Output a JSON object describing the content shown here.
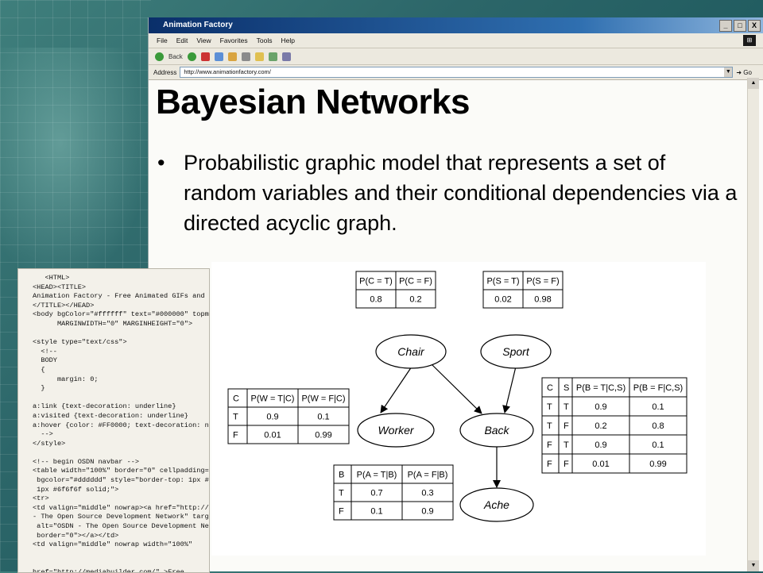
{
  "browser": {
    "title": "Animation Factory",
    "window_controls": [
      "_",
      "□",
      "X"
    ],
    "menu": [
      "File",
      "Edit",
      "View",
      "Favorites",
      "Tools",
      "Help"
    ],
    "toolbar_back": "Back",
    "address_label": "Address",
    "url": "http://www.animationfactory.com/",
    "go_label": "Go"
  },
  "code_snippet": "   <HTML>\n<HEAD><TITLE>\nAnimation Factory - Free Animated GIFs and a\n</TITLE></HEAD>\n<body bgColor=\"#ffffff\" text=\"#000000\" topma\n      MARGINWIDTH=\"0\" MARGINHEIGHT=\"0\">\n\n<style type=\"text/css\">\n  <!--\n  BODY\n  {\n      margin: 0;\n  }\n\na:link {text-decoration: underline}\na:visited {text-decoration: underline}\na:hover {color: #FF0000; text-decoration: non\n  -->\n</style>\n\n<!-- begin OSDN navbar -->\n<table width=\"100%\" border=\"0\" cellpadding=\n bgcolor=\"#dddddd\" style=\"border-top: 1px #6f\n 1px #6f6f6f solid;\">\n<tr>\n<td valign=\"middle\" nowrap><a href=\"http://\n- The Open Source Development Network\" target\n alt=\"OSDN - The Open Source Development Net\n border=\"0\"></a></td>\n<td valign=\"middle\" nowrap width=\"100%\"\n\n\nhref=\"http://mediabuilder.com/\" >Free",
  "slide": {
    "title": "Bayesian Networks",
    "bullet_symbol": "•",
    "bullet_text": "Probabilistic graphic model that represents a set of random variables and their conditional dependencies via a directed acyclic graph."
  },
  "network": {
    "nodes": {
      "chair": "Chair",
      "sport": "Sport",
      "worker": "Worker",
      "back": "Back",
      "ache": "Ache"
    },
    "table_chair": {
      "headers": [
        "P(C = T)",
        "P(C = F)"
      ],
      "rows": [
        [
          "0.8",
          "0.2"
        ]
      ]
    },
    "table_sport": {
      "headers": [
        "P(S = T)",
        "P(S = F)"
      ],
      "rows": [
        [
          "0.02",
          "0.98"
        ]
      ]
    },
    "table_worker": {
      "headers": [
        "C",
        "P(W = T|C)",
        "P(W = F|C)"
      ],
      "rows": [
        [
          "T",
          "0.9",
          "0.1"
        ],
        [
          "F",
          "0.01",
          "0.99"
        ]
      ]
    },
    "table_back": {
      "headers": [
        "C",
        "S",
        "P(B = T|C,S)",
        "P(B = F|C,S)"
      ],
      "rows": [
        [
          "T",
          "T",
          "0.9",
          "0.1"
        ],
        [
          "T",
          "F",
          "0.2",
          "0.8"
        ],
        [
          "F",
          "T",
          "0.9",
          "0.1"
        ],
        [
          "F",
          "F",
          "0.01",
          "0.99"
        ]
      ]
    },
    "table_ache": {
      "headers": [
        "B",
        "P(A = T|B)",
        "P(A = F|B)"
      ],
      "rows": [
        [
          "T",
          "0.7",
          "0.3"
        ],
        [
          "F",
          "0.1",
          "0.9"
        ]
      ]
    }
  }
}
